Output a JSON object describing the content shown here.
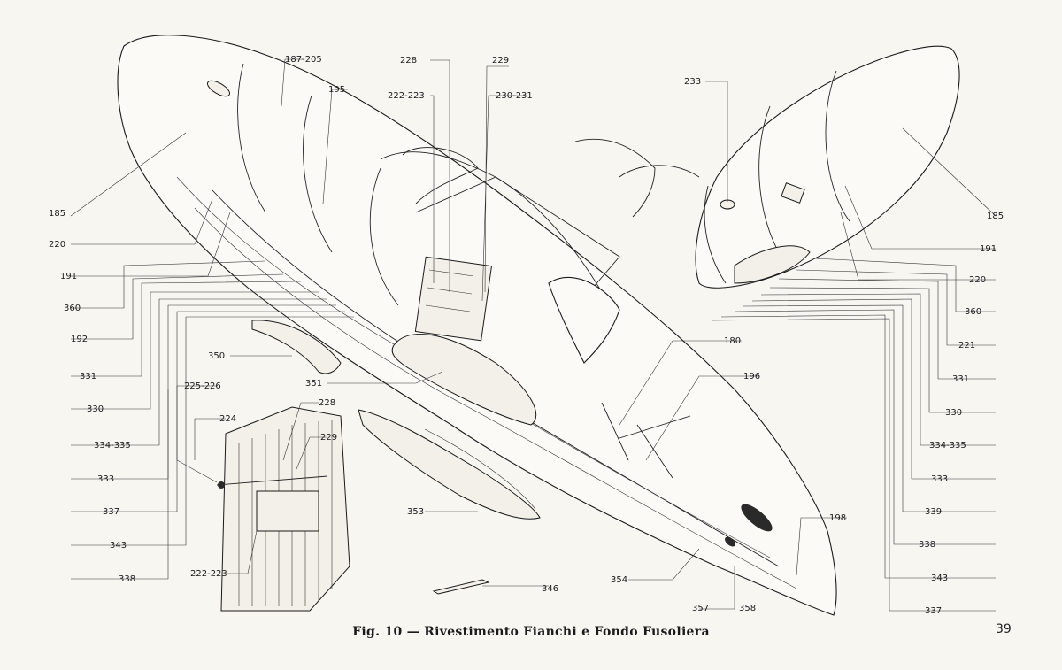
{
  "figure": {
    "caption": "Fig. 10 — Rivestimento Fianchi e Fondo Fusoliera",
    "page_number": "39"
  },
  "callouts_left": [
    "185",
    "220",
    "191",
    "360",
    "192",
    "331",
    "330",
    "334-335",
    "333",
    "337",
    "343",
    "338"
  ],
  "callouts_right": [
    "185",
    "191",
    "220",
    "360",
    "221",
    "331",
    "330",
    "334-335",
    "333",
    "339",
    "338",
    "343",
    "337"
  ],
  "callouts_top": [
    "187-205",
    "195",
    "228",
    "229",
    "222-223",
    "230-231",
    "233"
  ],
  "callouts_middle": [
    "350",
    "351",
    "180",
    "196",
    "353",
    "354",
    "198",
    "346",
    "357",
    "358"
  ],
  "callouts_detail": [
    "225-226",
    "224",
    "228",
    "229",
    "222-223"
  ],
  "colors": {
    "ink": "#1a1a1a",
    "paper": "#f7f6f1"
  }
}
